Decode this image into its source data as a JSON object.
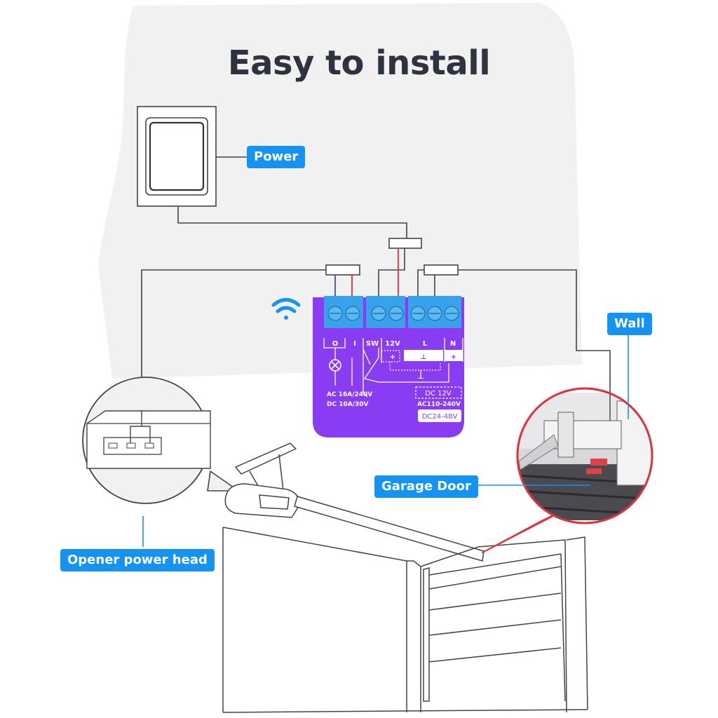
{
  "title": "Easy to install",
  "callouts": {
    "power": "Power",
    "wall": "Wall",
    "garage_door": "Garage Door",
    "opener_power_head": "Opener power head"
  },
  "module": {
    "terminals": [
      "O",
      "I",
      "SW",
      "12V",
      "L",
      "N"
    ],
    "polarity_12v": "+",
    "polarity_l": "⊥",
    "polarity_n": "+",
    "polarity_ground": "⊥",
    "rating_ac": "AC 16A/240V",
    "rating_dc": "DC 10A/30V",
    "input_dc12": "DC 12V",
    "input_ac": "AC110-240V",
    "input_dc24": "DC24-48V"
  },
  "colors": {
    "accent": "#1593f3",
    "module_purple": "#8a3cf2",
    "terminal_blue": "#3aa2e8",
    "wire_red": "#e0303a",
    "wire_blue": "#3b49d6",
    "zoom_ring": "#d9363e"
  },
  "icons": [
    "wifi-icon",
    "lamp-icon"
  ]
}
